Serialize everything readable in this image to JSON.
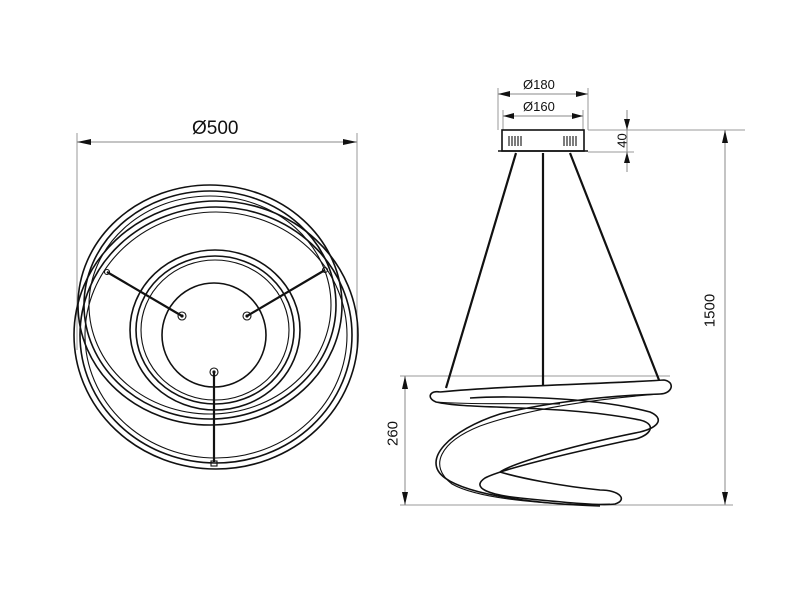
{
  "drawing": {
    "subject": "Pendant lamp dimension drawing",
    "units": "mm",
    "line_color": "#111111",
    "dimension_line_color": "#8a8a8a",
    "background": "#ffffff"
  },
  "top_view": {
    "diameter_label": "Ø500",
    "hanging_points": 3
  },
  "side_view": {
    "canopy_outer_diameter_label": "Ø180",
    "canopy_inner_diameter_label": "Ø160",
    "canopy_height_label": "40",
    "total_height_label": "1500",
    "shade_height_label": "260",
    "cables": 3
  }
}
